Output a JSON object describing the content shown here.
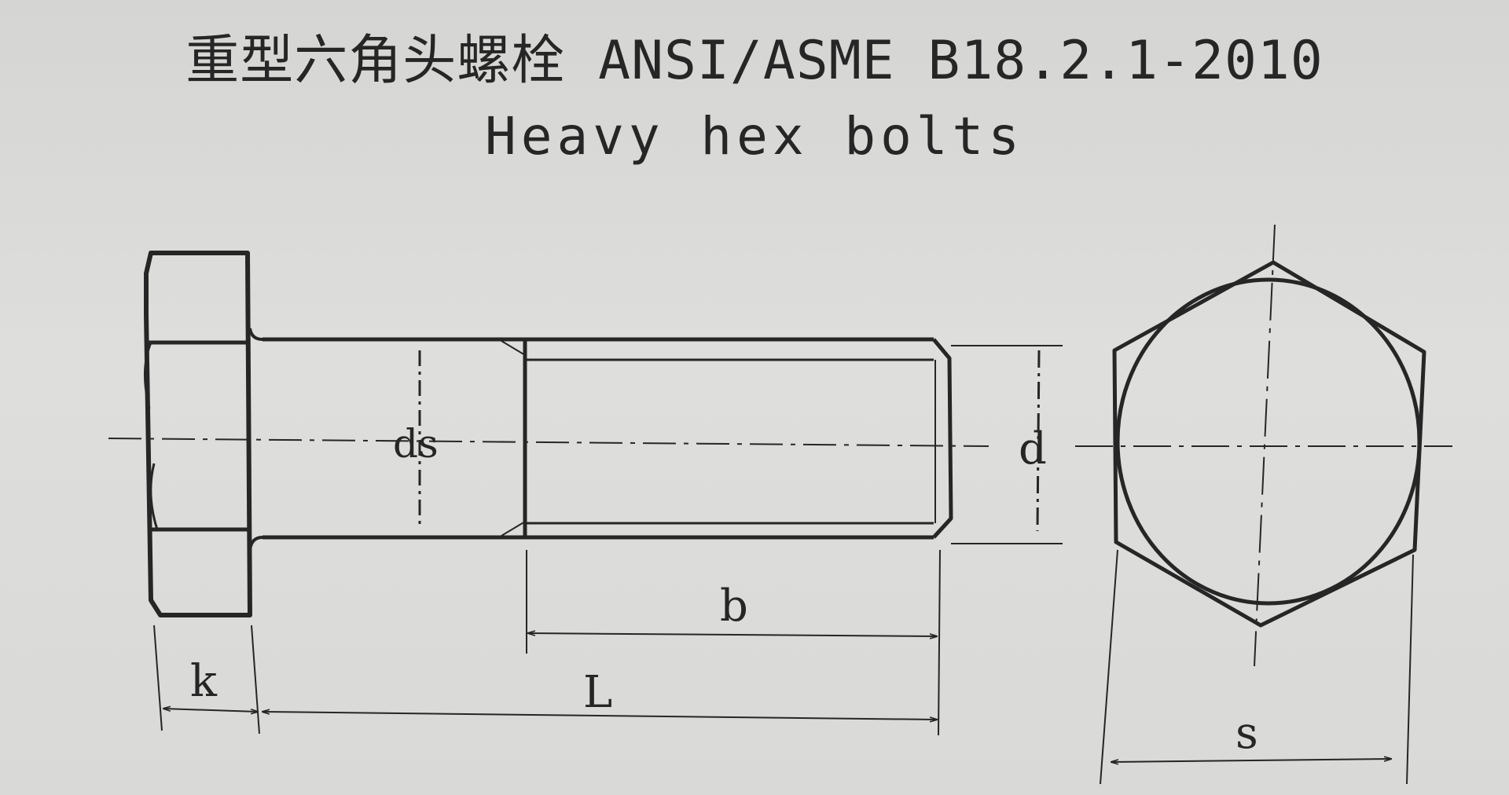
{
  "title": {
    "main": "重型六角头螺栓 ANSI/ASME B18.2.1-2010",
    "sub": "Heavy hex bolts"
  },
  "dimensions": {
    "k": "k",
    "L": "L",
    "b": "b",
    "ds": "ds",
    "d": "d",
    "s": "s"
  },
  "colors": {
    "paper": "#dcdcda",
    "ink": "#262626"
  }
}
